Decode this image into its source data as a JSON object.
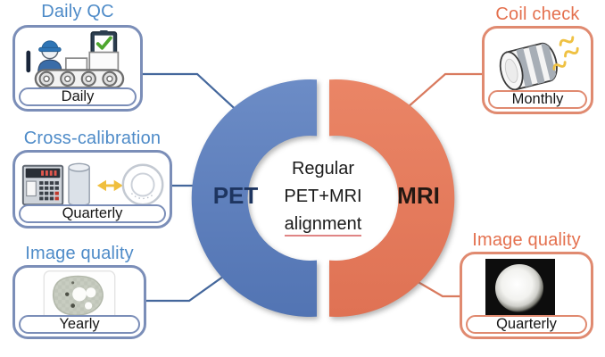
{
  "figure": {
    "center": {
      "line1": "Regular",
      "line2": "PET+MRI",
      "line3": "alignment",
      "pet_label": "PET",
      "mri_label": "MRI"
    },
    "left_items": [
      {
        "title": "Daily QC",
        "frequency": "Daily",
        "icon": "factory-inspection-icon"
      },
      {
        "title": "Cross-calibration",
        "frequency": "Quarterly",
        "icon": "dose-calibrator-phantom-icon"
      },
      {
        "title": "Image quality",
        "frequency": "Yearly",
        "icon": "pet-iq-phantom-icon"
      }
    ],
    "right_items": [
      {
        "title": "Coil check",
        "frequency": "Monthly",
        "icon": "rf-coil-icon"
      },
      {
        "title": "Image quality",
        "frequency": "Quarterly",
        "icon": "mri-sphere-phantom-icon"
      }
    ],
    "colors": {
      "pet_segment": "#5b7ebd",
      "mri_segment": "#e67e61",
      "pet_text": "#1e3560",
      "mri_text": "#241812",
      "left_title": "#4e8bc8",
      "right_title": "#e4704e",
      "left_border": "#7b8eb8",
      "right_border": "#e08a70",
      "connector_left": "#44679c",
      "connector_right": "#d97a5e",
      "alignment_underline": "#e08585"
    }
  }
}
